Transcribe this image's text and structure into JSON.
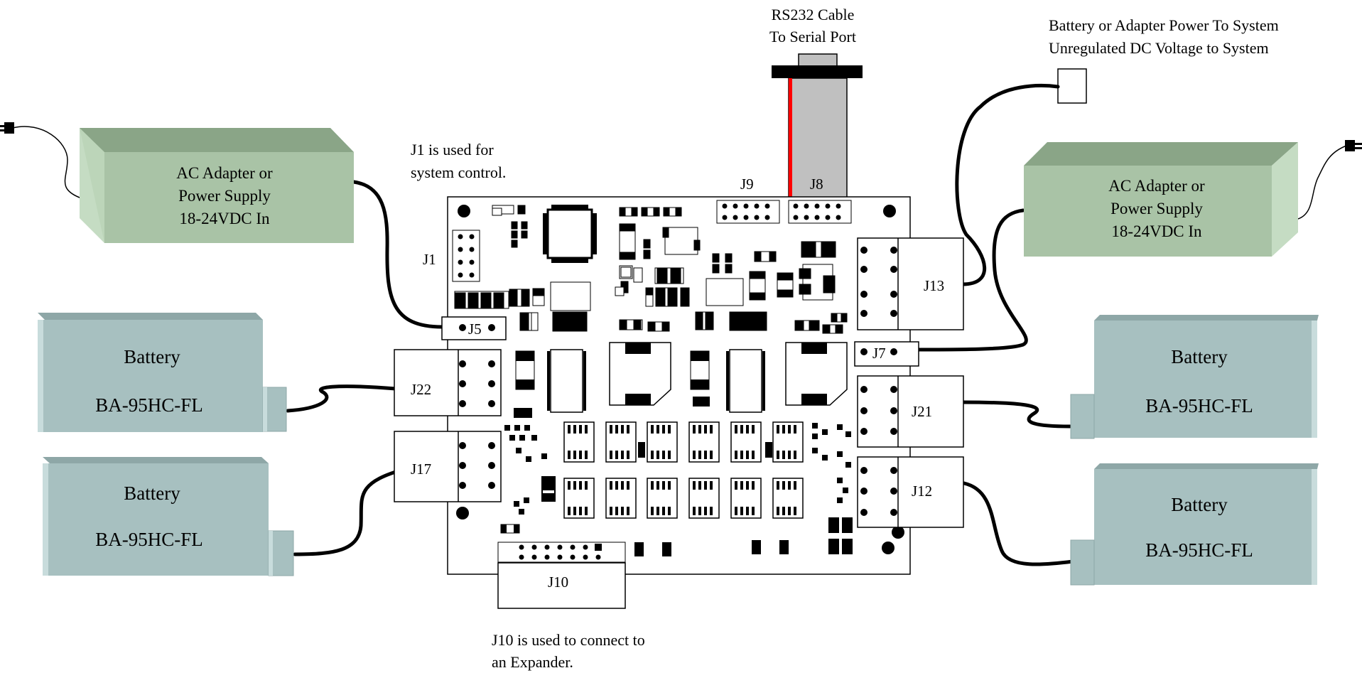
{
  "rs232": {
    "line1": "RS232 Cable",
    "line2": "To Serial Port"
  },
  "system_power": {
    "line1": "Battery or Adapter Power To System",
    "line2": "Unregulated DC Voltage to System"
  },
  "j1_note": {
    "line1": "J1 is used for",
    "line2": "system control."
  },
  "j10_note": {
    "line1": "J10 is used to connect to",
    "line2": "an Expander."
  },
  "adapter_left": {
    "line1": "AC Adapter or",
    "line2": "Power Supply",
    "line3": "18-24VDC In"
  },
  "adapter_right": {
    "line1": "AC Adapter or",
    "line2": "Power Supply",
    "line3": "18-24VDC In"
  },
  "batteries": [
    {
      "title": "Battery",
      "model": "BA-95HC-FL"
    },
    {
      "title": "Battery",
      "model": "BA-95HC-FL"
    },
    {
      "title": "Battery",
      "model": "BA-95HC-FL"
    },
    {
      "title": "Battery",
      "model": "BA-95HC-FL"
    }
  ],
  "connectors": {
    "j1": "J1",
    "j5": "J5",
    "j7": "J7",
    "j8": "J8",
    "j9": "J9",
    "j10": "J10",
    "j12": "J12",
    "j13": "J13",
    "j17": "J17",
    "j21": "J21",
    "j22": "J22"
  },
  "colors": {
    "adapter": "#a9c3a6",
    "battery": "#a7c0c0",
    "board": "#ffffff",
    "cable": "#c0c0c0",
    "red_wire": "#ff0000"
  }
}
